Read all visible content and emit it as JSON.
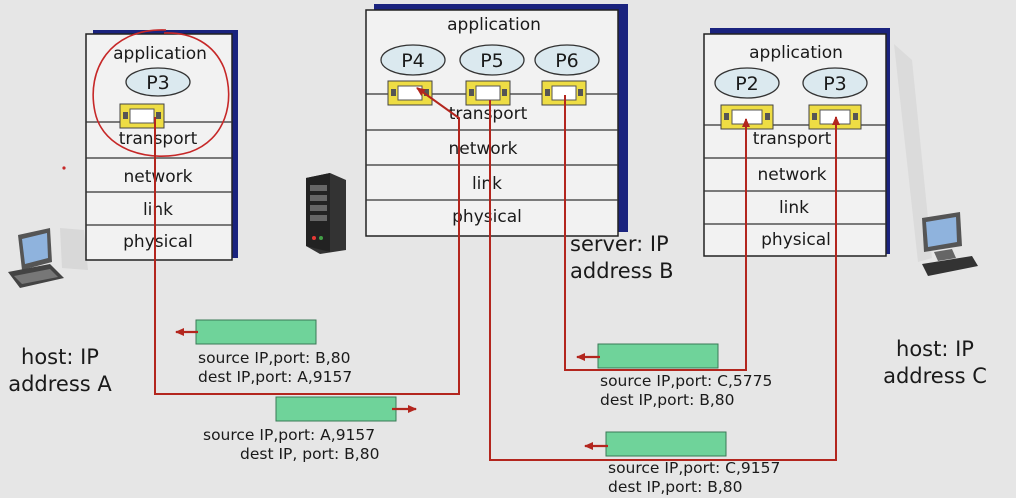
{
  "hosts": {
    "A": {
      "label_line1": "host: IP",
      "label_line2": "address A",
      "layers": [
        "application",
        "transport",
        "network",
        "link",
        "physical"
      ],
      "processes": [
        "P3"
      ]
    },
    "server": {
      "label_line1": "server: IP",
      "label_line2": "address B",
      "layers": [
        "application",
        "transport",
        "network",
        "link",
        "physical"
      ],
      "processes": [
        "P4",
        "P5",
        "P6"
      ]
    },
    "C": {
      "label_line1": "host: IP",
      "label_line2": "address C",
      "layers": [
        "application",
        "transport",
        "network",
        "link",
        "physical"
      ],
      "processes": [
        "P2",
        "P3"
      ]
    }
  },
  "segments": {
    "b_to_a": {
      "src": "source IP,port: B,80",
      "dst": "dest IP,port: A,9157"
    },
    "a_to_b": {
      "src": "source IP,port: A,9157",
      "dst": "dest IP, port: B,80"
    },
    "c5775_to_b": {
      "src": "source IP,port: C,5775",
      "dst": "dest IP,port: B,80"
    },
    "c9157_to_b": {
      "src": "source IP,port: C,9157",
      "dst": "dest IP,port: B,80"
    }
  },
  "colors": {
    "stack_fill": "#f2f2f2",
    "stack_shadow": "#1a237e",
    "process_fill": "#dbe9ef",
    "socket_fill": "#eedd44",
    "segment_fill": "#6fd39a",
    "arrow": "#b3261e",
    "annotation": "#c62828"
  }
}
